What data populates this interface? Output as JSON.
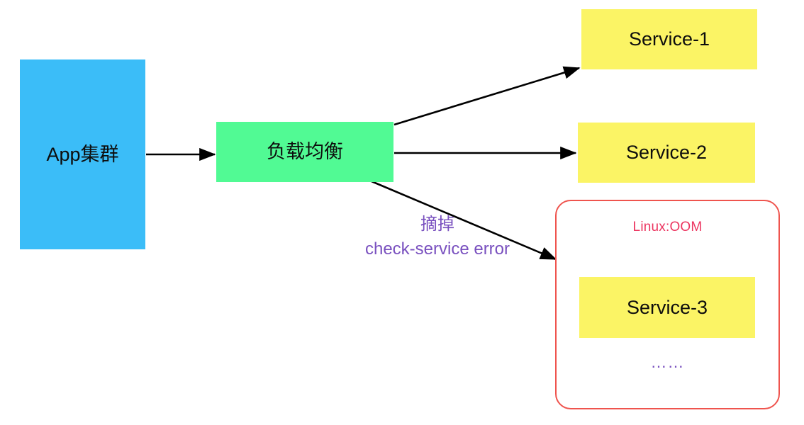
{
  "diagram": {
    "title_present": false,
    "background": "#ffffff",
    "nodes": {
      "app_cluster": {
        "label": "App集群",
        "color": "#3bbdf8",
        "shape": "rect"
      },
      "load_balancer": {
        "label": "负载均衡",
        "color": "#51fa94",
        "shape": "rect"
      },
      "service_1": {
        "label": "Service-1",
        "color": "#fbf465",
        "shape": "rect"
      },
      "service_2": {
        "label": "Service-2",
        "color": "#fbf465",
        "shape": "rect"
      },
      "service_3": {
        "label": "Service-3",
        "color": "#fbf465",
        "shape": "rect"
      }
    },
    "group": {
      "oom_group": {
        "border_color": "#ef544e",
        "shape": "rounded-rect",
        "caption": "Linux:OOM",
        "caption_color": "#ec3560",
        "ellipsis": "……",
        "ellipsis_color": "#7950bf"
      }
    },
    "edges": [
      {
        "from": "app_cluster",
        "to": "load_balancer",
        "label": "",
        "color": "#000000"
      },
      {
        "from": "load_balancer",
        "to": "service_1",
        "label": "",
        "color": "#000000"
      },
      {
        "from": "load_balancer",
        "to": "service_2",
        "label": "",
        "color": "#000000"
      },
      {
        "from": "load_balancer",
        "to": "oom_group",
        "label_line1": "摘掉",
        "label_line2": "check-service error",
        "color": "#000000",
        "label_color": "#7950bf"
      }
    ],
    "annotations": {
      "evict_line1": "摘掉",
      "evict_line2": "check-service error"
    }
  }
}
